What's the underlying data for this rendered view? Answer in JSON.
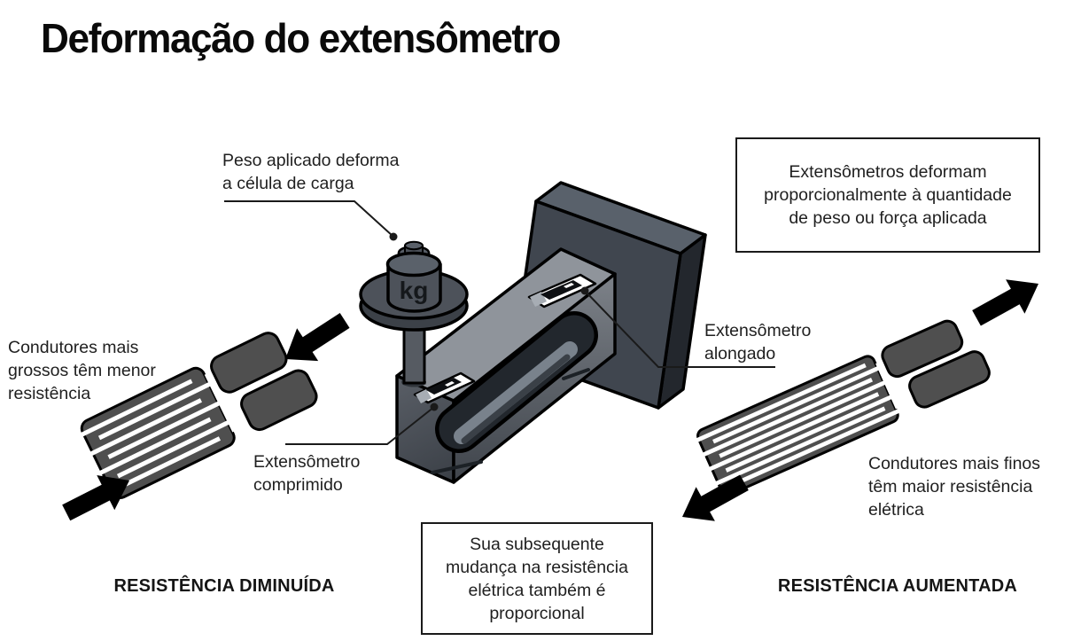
{
  "title": "Deformação do extensômetro",
  "annotations": {
    "weight_callout": "Peso aplicado deforma\na célula de carga",
    "left_conductors": "Condutores mais\ngrossos têm menor\nresistência",
    "gauge_elongated": "Extensômetro\nalongado",
    "gauge_compressed": "Extensômetro\ncomprimido",
    "right_conductors": "Condutores mais finos\ntêm maior resistência\nelétrica"
  },
  "info_boxes": {
    "top_right": "Extensômetros deformam\nproporcionalmente à quantidade\nde peso ou força aplicada",
    "bottom_center": "Sua subsequente\nmudança na resistência\nelétrica também é\nproporcional"
  },
  "captions": {
    "bottom_left": "RESISTÊNCIA DIMINUÍDA",
    "bottom_right": "RESISTÊNCIA AUMENTADA"
  },
  "weight_label": "kg",
  "icons": {
    "compression_arrows": "fat-black-arrows-pointing-inward",
    "tension_arrows": "fat-black-arrows-pointing-outward",
    "leader_dot": "black-dot-leader-line"
  },
  "colors": {
    "ink": "#1f1f1f",
    "outline": "#000000",
    "background": "#ffffff",
    "gauge_gray": "#4f4f4f",
    "metal_top_light": "#8f949b",
    "plate_top": "#59616b",
    "plate_front": "#40464f",
    "plate_side": "#23272d",
    "metal_mid": "#4d525a",
    "hole_dark": "#22272d"
  }
}
